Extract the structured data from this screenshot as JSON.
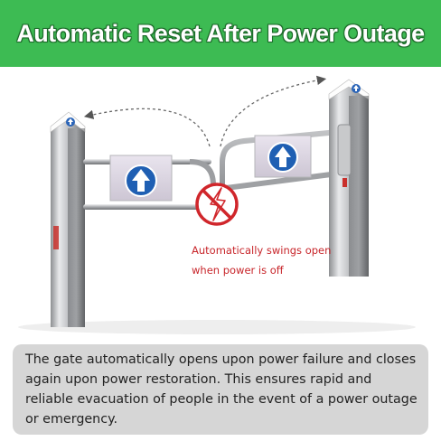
{
  "banner": {
    "title": "Automatic Reset After Power Outage",
    "background": "#3dbb53"
  },
  "illustration": {
    "caption_line1": "Automatically swings open",
    "caption_line2": "when power is off",
    "caption_color": "#c8262b",
    "icons": [
      "arrow-up-icon",
      "arrow-up-icon",
      "power-off-prohibited-icon"
    ]
  },
  "description": {
    "text": "The gate automatically opens upon power failure and closes again upon power restoration. This ensures rapid and reliable evacuation of people in the event of a power outage or emergency."
  }
}
